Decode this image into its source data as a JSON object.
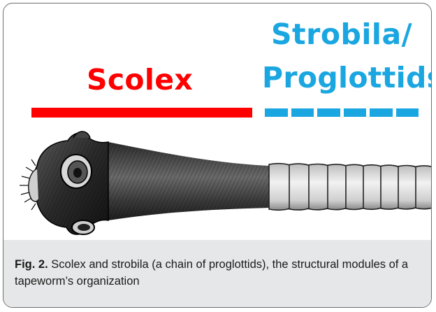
{
  "figure": {
    "scolex_label": "Scolex",
    "strobila_label_line1": "Strobila/",
    "strobila_label_line2": "Proglottids",
    "colors": {
      "scolex": "#ff0000",
      "strobila": "#1aa6e0",
      "caption_background": "#e6e7e8"
    },
    "strobila_dash_count": 6
  },
  "caption": {
    "label": "Fig. 2.",
    "text": " Scolex and strobila (a chain of proglottids), the structural modules of a tapeworm’s organization"
  }
}
